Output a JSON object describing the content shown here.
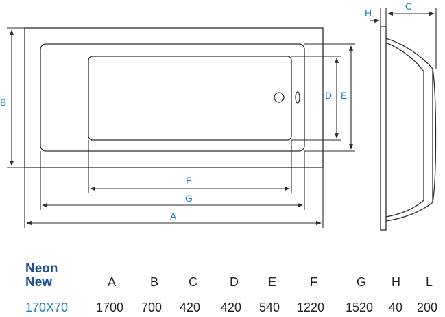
{
  "labels": {
    "A": "A",
    "B": "B",
    "C": "C",
    "D": "D",
    "E": "E",
    "F": "F",
    "G": "G",
    "H": "H"
  },
  "table": {
    "model_line1": "Neon",
    "model_line2": "New",
    "headers": [
      "A",
      "B",
      "C",
      "D",
      "E",
      "F",
      "G",
      "H",
      "L"
    ],
    "row": {
      "code": "170X70",
      "values": [
        "1700",
        "700",
        "420",
        "420",
        "540",
        "1220",
        "1520",
        "40",
        "200"
      ]
    }
  },
  "colors": {
    "label": "#1b84b5",
    "model": "#1b4f9c",
    "line": "#2b2b2b"
  }
}
